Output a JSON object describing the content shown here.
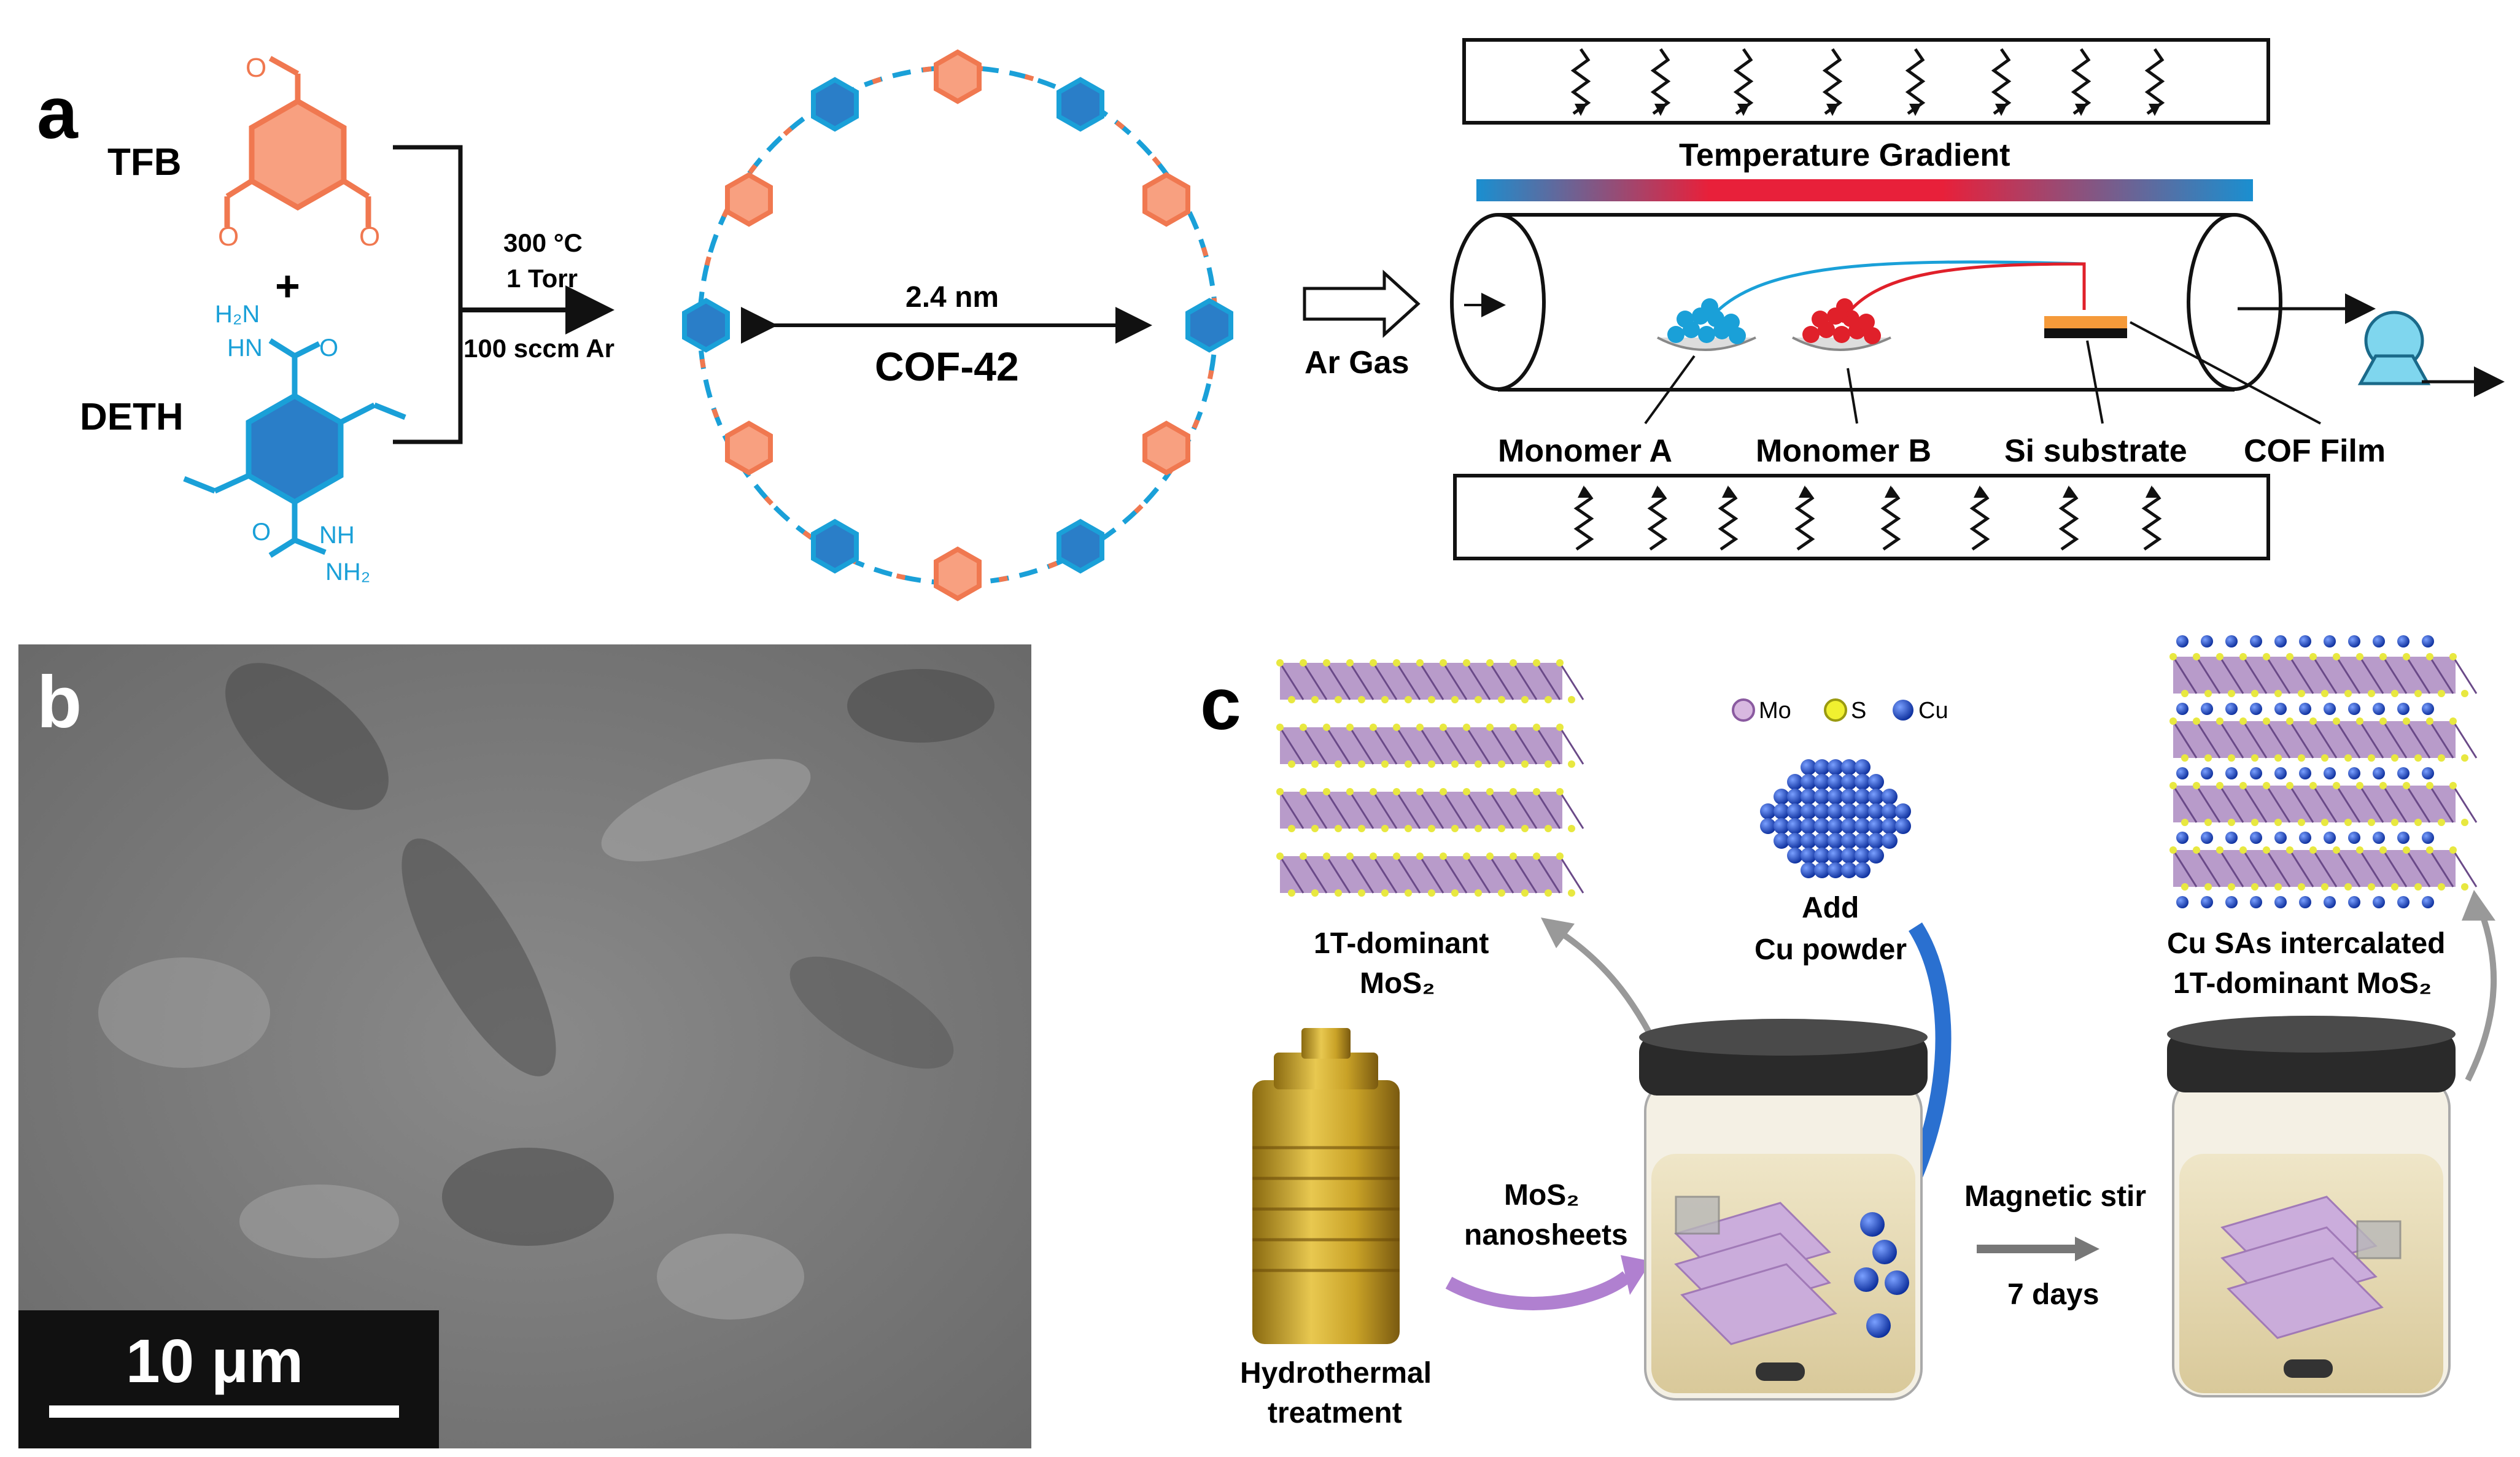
{
  "panels": {
    "a": "a",
    "b": "b",
    "c": "c"
  },
  "panel_a": {
    "tfb": "TFB",
    "plus": "+",
    "deth": "DETH",
    "deth_groups": {
      "h2n": "H₂N",
      "hn": "HN",
      "nh": "NH",
      "nh2": "NH₂",
      "o": "O"
    },
    "conditions": [
      "300 °C",
      "1 Torr",
      "100 sccm Ar"
    ],
    "cof_name": "COF-42",
    "pore_size": "2.4 nm",
    "furnace": {
      "temperature_gradient": "Temperature Gradient",
      "ar_gas": "Ar Gas",
      "monomer_a": "Monomer A",
      "monomer_b": "Monomer B",
      "si_substrate": "Si substrate",
      "cof_film": "COF Film"
    }
  },
  "panel_b": {
    "scale_bar": "10 μm"
  },
  "panel_c": {
    "legend": {
      "mo": "Mo",
      "s": "S",
      "cu": "Cu"
    },
    "left_stack_line1": "1T-dominant",
    "left_stack_line2": "MoS₂",
    "add_line1": "Add",
    "add_line2": "Cu powder",
    "right_stack_line1": "Cu SAs intercalated",
    "right_stack_line2": "1T-dominant MoS₂",
    "hydro_line1": "Hydrothermal",
    "hydro_line2": "treatment",
    "nanosheets_line1": "MoS₂",
    "nanosheets_line2": "nanosheets",
    "stir": "Magnetic stir",
    "days": "7 days"
  },
  "colors": {
    "orange": "#f07850",
    "blue": "#1aa0d8",
    "dark_blue": "#1a4fb8",
    "red": "#e0202a",
    "gold": "#c9a227",
    "purple": "#a07ab8"
  }
}
